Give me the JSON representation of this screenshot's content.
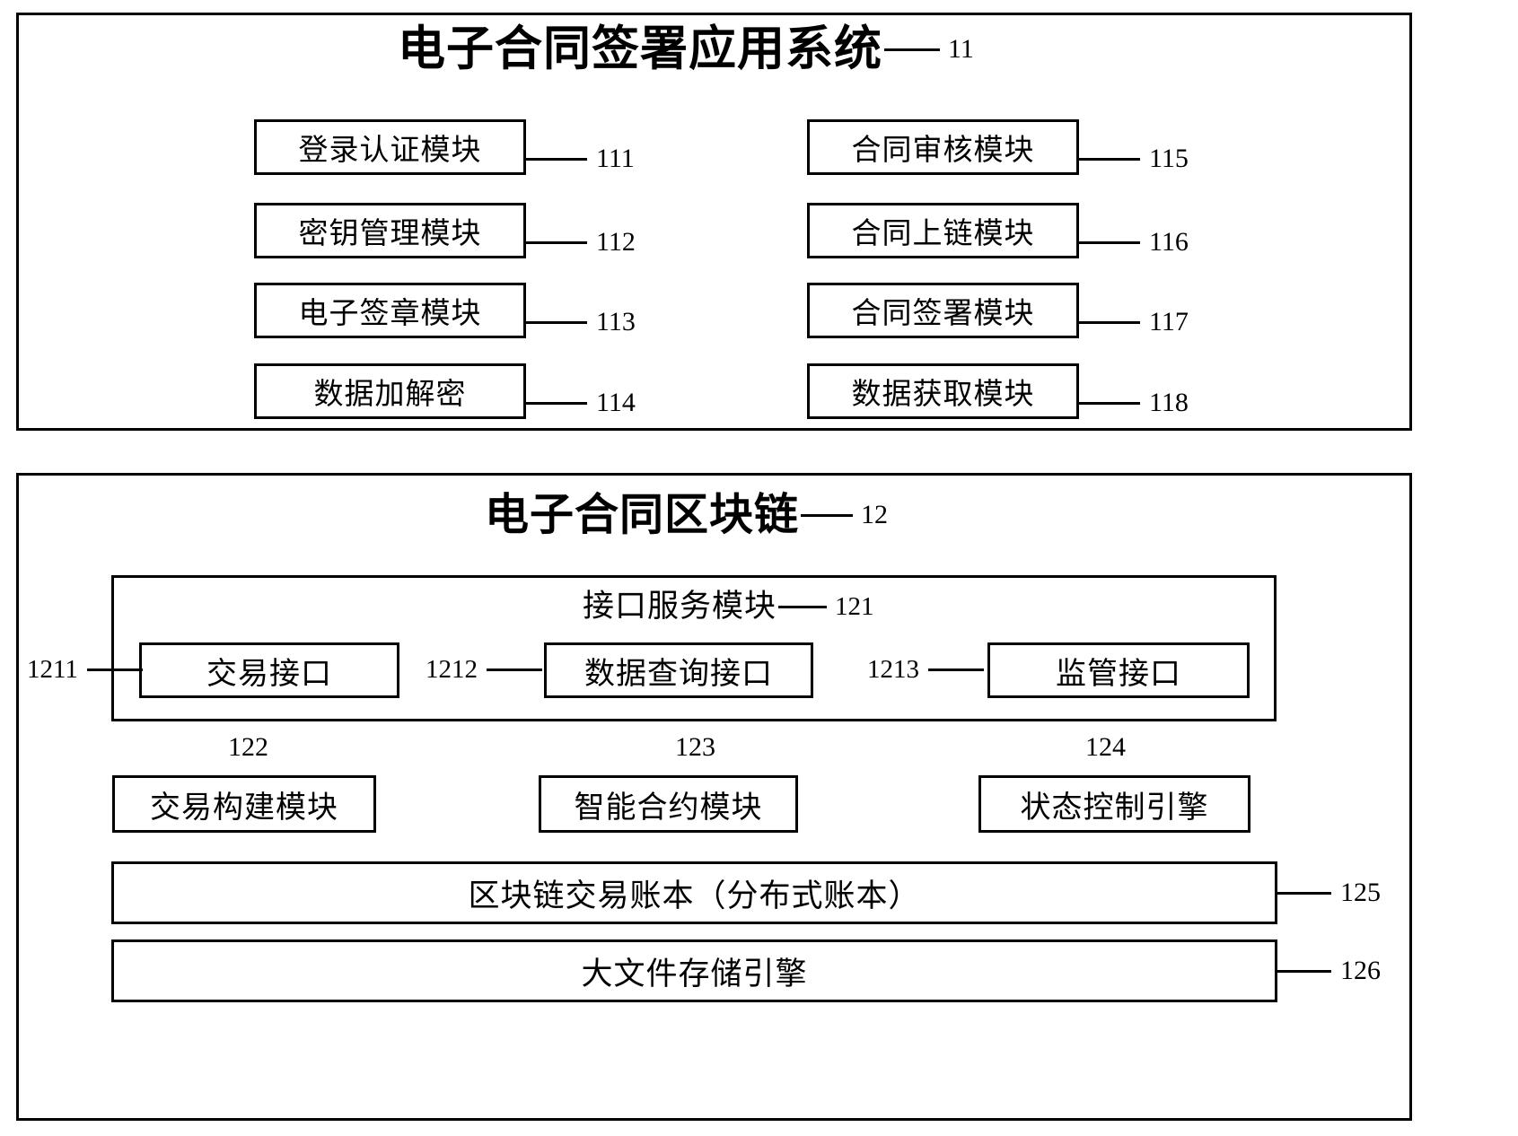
{
  "diagram": {
    "app_system": {
      "title": "电子合同签署应用系统",
      "ref": "11",
      "modules_left": [
        {
          "label": "登录认证模块",
          "ref": "111"
        },
        {
          "label": "密钥管理模块",
          "ref": "112"
        },
        {
          "label": "电子签章模块",
          "ref": "113"
        },
        {
          "label": "数据加解密",
          "ref": "114"
        }
      ],
      "modules_right": [
        {
          "label": "合同审核模块",
          "ref": "115"
        },
        {
          "label": "合同上链模块",
          "ref": "116"
        },
        {
          "label": "合同签署模块",
          "ref": "117"
        },
        {
          "label": "数据获取模块",
          "ref": "118"
        }
      ]
    },
    "blockchain": {
      "title": "电子合同区块链",
      "ref": "12",
      "interface_service": {
        "label": "接口服务模块",
        "ref": "121",
        "interfaces": [
          {
            "label": "交易接口",
            "ref": "1211"
          },
          {
            "label": "数据查询接口",
            "ref": "1212"
          },
          {
            "label": "监管接口",
            "ref": "1213"
          }
        ]
      },
      "engines": [
        {
          "label": "交易构建模块",
          "ref": "122"
        },
        {
          "label": "智能合约模块",
          "ref": "123"
        },
        {
          "label": "状态控制引擎",
          "ref": "124"
        }
      ],
      "ledgers": [
        {
          "label": "区块链交易账本（分布式账本）",
          "ref": "125"
        },
        {
          "label": "大文件存储引擎",
          "ref": "126"
        }
      ]
    }
  }
}
